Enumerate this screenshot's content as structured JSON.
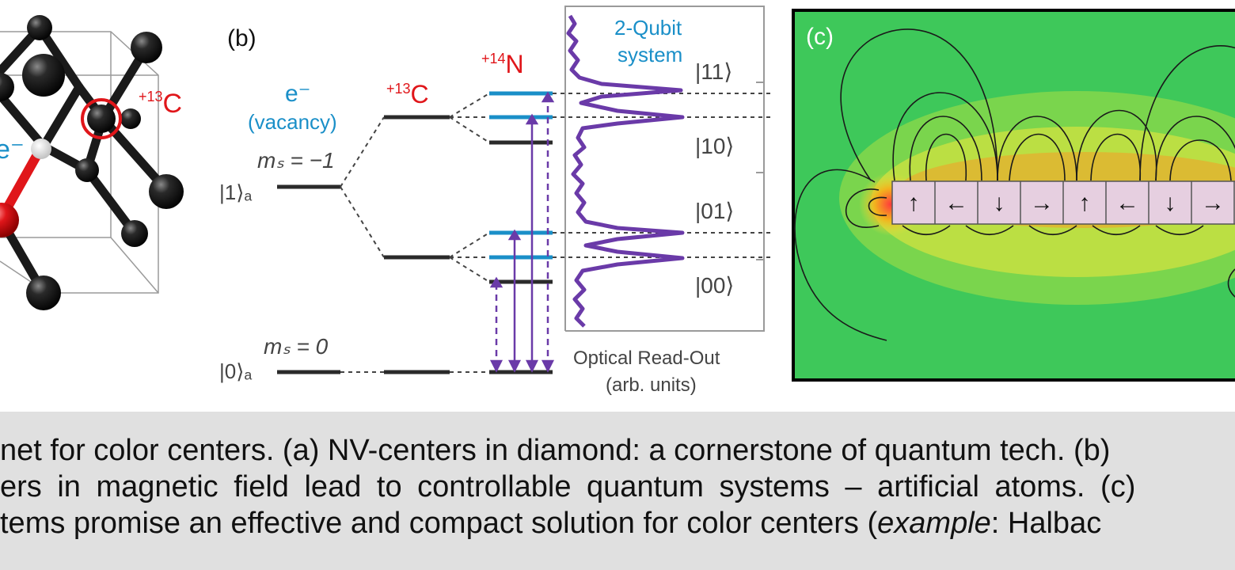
{
  "colors": {
    "accent_blue": "#1a8fc8",
    "accent_red": "#e0161a",
    "purple": "#6a3aa8",
    "field_green": "#3ec85a"
  },
  "panel_a": {
    "label_c13": "+13C",
    "label_e": "e⁻"
  },
  "panel_b": {
    "label": "(b)",
    "electron_label": "e⁻",
    "vacancy_label": "(vacancy)",
    "ms_minus1": "mₛ = −1",
    "ms_zero": "mₛ = 0",
    "ket1a": "|1⟩ₐ",
    "ket0a": "|0⟩ₐ",
    "c13_label": "+13C",
    "n14_label": "+14N",
    "qubit_title_1": "2-Qubit",
    "qubit_title_2": "system",
    "ket11": "|11⟩",
    "ket10": "|10⟩",
    "ket01": "|01⟩",
    "ket00": "|00⟩",
    "readout_1": "Optical Read-Out",
    "readout_2": "(arb. units)"
  },
  "panel_c": {
    "label": "(c)",
    "arrows": [
      "↑",
      "←",
      "↓",
      "→",
      "↑",
      "←",
      "↓",
      "→"
    ]
  },
  "caption": {
    "line1": "net for color centers. (a) NV-centers in diamond: a cornerstone of quantum tech. (b)",
    "line2": "ers in magnetic field lead to controllable quantum systems – artificial atoms. (c)",
    "line3a": "tems promise an effective and compact solution for color centers (",
    "line3_italic": "example",
    "line3b": ": Halbac"
  }
}
